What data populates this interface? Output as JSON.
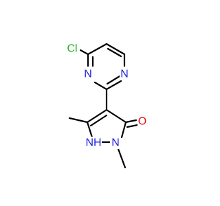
{
  "molecule": {
    "atoms": {
      "cl": {
        "text": "Cl",
        "color": "#1fb01f"
      },
      "n_pyr_top": {
        "text": "N",
        "color": "#2020e0"
      },
      "n_pyr_bottom": {
        "text": "N",
        "color": "#2020e0"
      },
      "o": {
        "text": "O",
        "color": "#e01010"
      },
      "nh": {
        "text": "NH",
        "color": "#2020e0"
      },
      "n_pyrazole": {
        "text": "N",
        "color": "#2020e0"
      }
    },
    "bond_color": "#000000"
  }
}
